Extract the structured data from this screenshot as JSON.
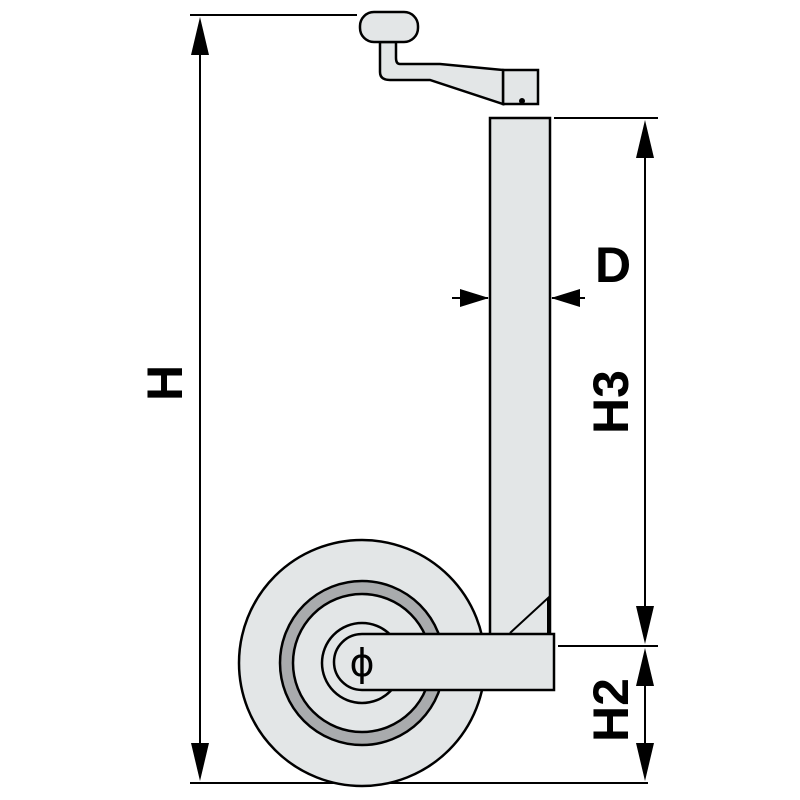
{
  "diagram": {
    "labels": {
      "height": "H",
      "diameter": "D",
      "tube_height": "H3",
      "wheel_axle_height": "H2",
      "wheel_diameter_symbol": "ϕ"
    },
    "colors": {
      "line": "#000000",
      "metal_fill": "#e3e6e7",
      "hub_ring": "#a9abad",
      "background": "#ffffff"
    }
  }
}
